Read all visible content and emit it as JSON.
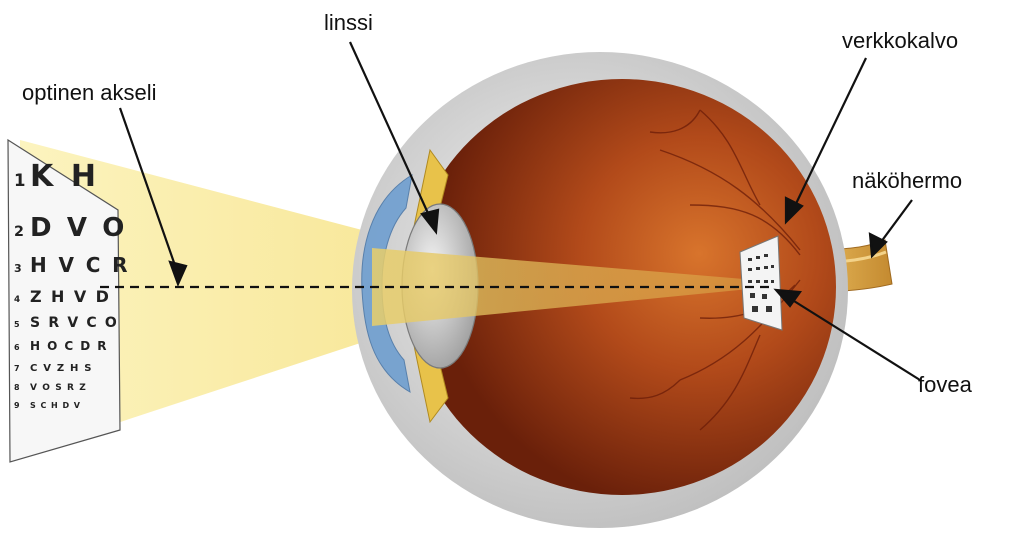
{
  "labels": {
    "optical_axis": "optinen akseli",
    "lens": "linssi",
    "retina": "verkkokalvo",
    "optic_nerve": "näköhermo",
    "fovea": "fovea"
  },
  "eye_chart": {
    "rows": [
      {
        "num": "1",
        "letters": "K H"
      },
      {
        "num": "2",
        "letters": "D V O"
      },
      {
        "num": "3",
        "letters": "H V C R"
      },
      {
        "num": "4",
        "letters": "Z H V D"
      },
      {
        "num": "5",
        "letters": "S R V C O"
      },
      {
        "num": "6",
        "letters": "H O C D R"
      },
      {
        "num": "7",
        "letters": "C V Z H S"
      },
      {
        "num": "8",
        "letters": "V O S R Z"
      },
      {
        "num": "9",
        "letters": "S C H D V"
      }
    ]
  },
  "colors": {
    "light_beam": "#fbeea0",
    "eye_interior": "#9a3a14",
    "sclera": "#dedede",
    "cornea": "#6f9fd0",
    "optic_nerve": "#d4a84a",
    "ciliary": "#e8c24a"
  }
}
